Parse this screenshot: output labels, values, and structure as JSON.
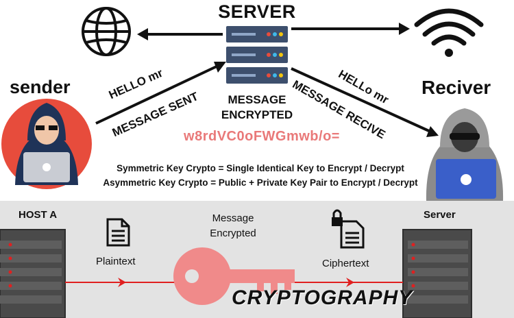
{
  "top": {
    "server_label": "SERVER",
    "sender_label": "sender",
    "reciver_label": "Reciver",
    "hello_left": "HELLO mr",
    "message_sent": "MESSAGE SENT",
    "hello_right": "HELLo mr",
    "message_recive": "MESSAGE RECIVE",
    "message_encrypted_line1": "MESSAGE",
    "message_encrypted_line2": "ENCRYPTED",
    "cipher_text": "w8rdVC0oFWGmwb/o=",
    "symmetric_note": "Symmetric Key Crypto = Single Identical Key to Encrypt / Decrypt",
    "asymmetric_note": "Asymmetric Key Crypto = Public + Private Key Pair to Encrypt / Decrypt"
  },
  "bottom": {
    "host_a": "HOST A",
    "server": "Server",
    "message_line1": "Message",
    "message_line2": "Encrypted",
    "plaintext": "Plaintext",
    "ciphertext": "Ciphertext",
    "title": "CRYPTOGRAPHY"
  },
  "colors": {
    "accent_red": "#e97979",
    "arrow_red": "#e02020",
    "server_blue": "#3d4f6d",
    "laptop_blue": "#3a5fc9",
    "sender_bg": "#e74c3c"
  },
  "icons": [
    "globe-icon",
    "server-rack-icon",
    "wifi-icon",
    "hacker-sender-icon",
    "hacker-receiver-icon",
    "document-icon",
    "locked-document-icon",
    "key-icon",
    "server-tower-icon"
  ]
}
